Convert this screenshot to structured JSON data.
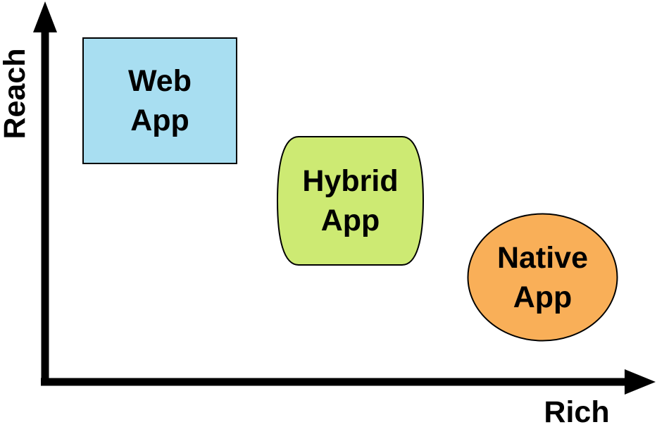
{
  "diagram": {
    "background": "#ffffff",
    "text_color": "#000000",
    "axes": {
      "color": "#000000",
      "y_label": "Reach",
      "x_label": "Rich"
    },
    "nodes": [
      {
        "id": "web-app",
        "shape": "rectangle",
        "fill": "#a8def1",
        "stroke": "#000000",
        "lines": [
          "Web",
          "App"
        ]
      },
      {
        "id": "hybrid-app",
        "shape": "rounded-barrel",
        "fill": "#cdea73",
        "stroke": "#000000",
        "lines": [
          "Hybrid",
          "App"
        ]
      },
      {
        "id": "native-app",
        "shape": "ellipse",
        "fill": "#f9af58",
        "stroke": "#000000",
        "lines": [
          "Native",
          "App"
        ]
      }
    ]
  }
}
